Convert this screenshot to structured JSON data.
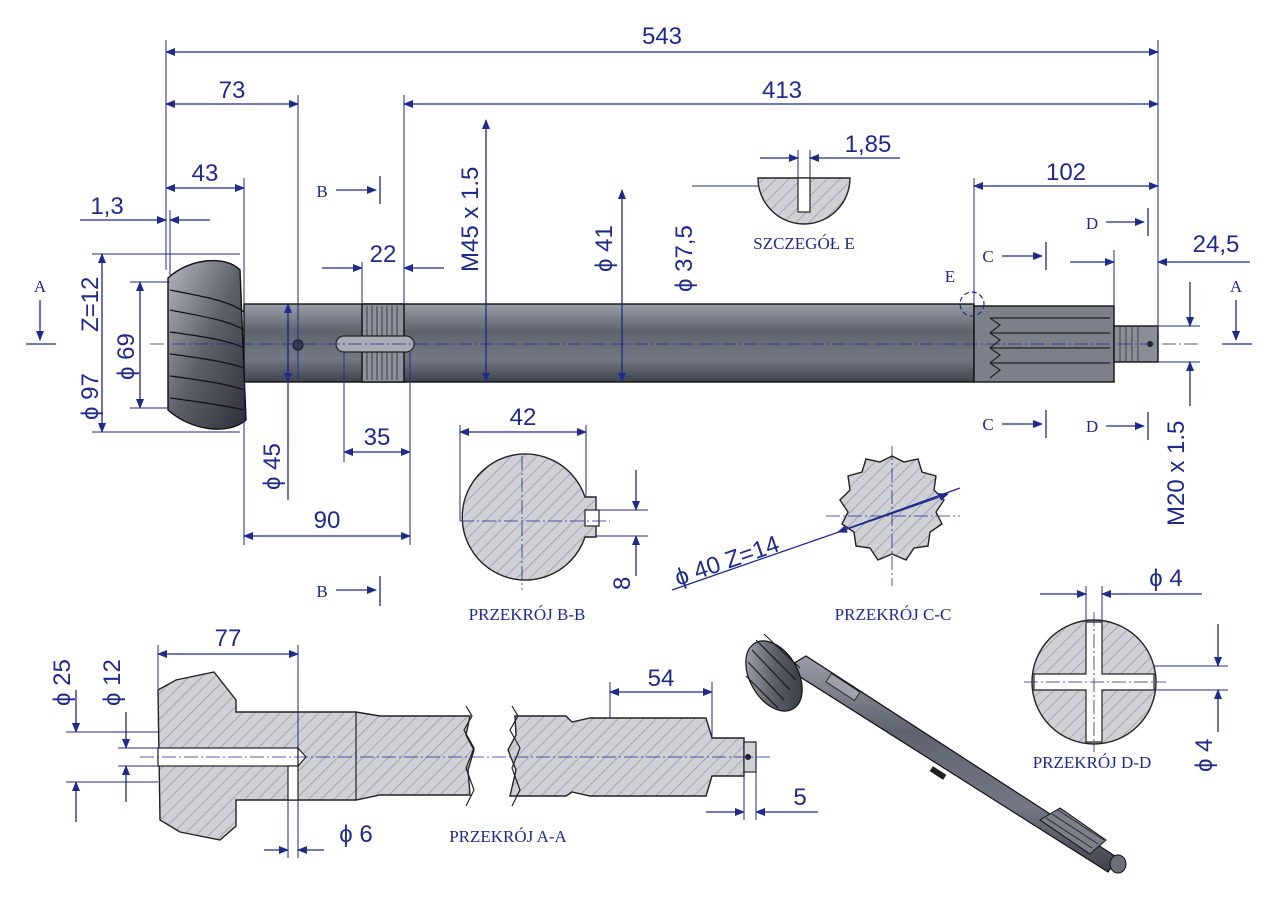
{
  "dimensions": {
    "d543": "543",
    "d413": "413",
    "d73": "73",
    "d43": "43",
    "d1_3": "1,3",
    "d22": "22",
    "m45": "M45 x 1.5",
    "phi41": "ϕ 41",
    "phi37_5": "ϕ 37,5",
    "d1_85": "1,85",
    "d102": "102",
    "d24_5": "24,5",
    "z12": "Z=12",
    "phi97": "ϕ 97",
    "phi69": "ϕ 69",
    "phi45": "ϕ 45",
    "d35": "35",
    "d90": "90",
    "m20": "M20 x 1.5",
    "d42": "42",
    "d8": "8",
    "phi40z14": "ϕ 40  Z=14",
    "phi4a": "ϕ 4",
    "phi4b": "ϕ 4",
    "phi25": "ϕ 25",
    "phi12": "ϕ 12",
    "d77": "77",
    "d54": "54",
    "d5": "5",
    "phi6": "ϕ 6"
  },
  "section_markers": {
    "a": "A",
    "b": "B",
    "c": "C",
    "d": "D",
    "e": "E"
  },
  "views": {
    "detail_e": "SZCZEGÓŁ E",
    "section_bb": "PRZEKRÓJ B-B",
    "section_cc": "PRZEKRÓJ C-C",
    "section_dd": "PRZEKRÓJ D-D",
    "section_aa": "PRZEKRÓJ A-A"
  },
  "colors": {
    "dimension_blue": "#1f2a8a",
    "shaft_gray": "#6e7280",
    "hatch_gray": "#c9cbd2"
  }
}
